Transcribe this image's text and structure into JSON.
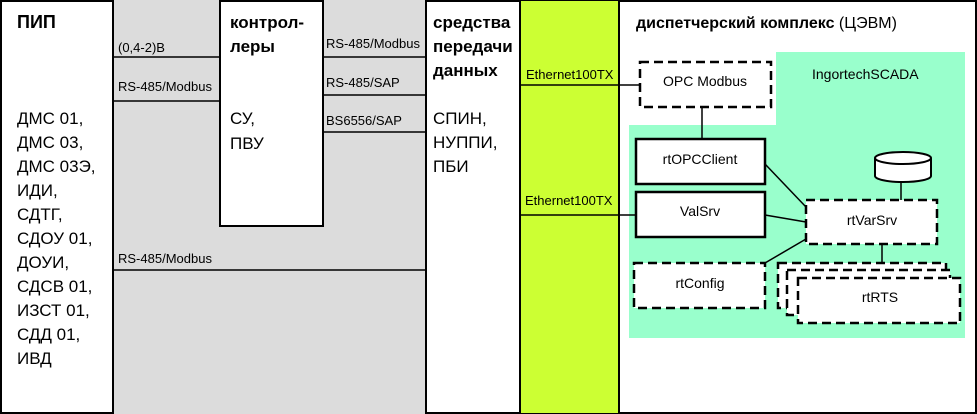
{
  "pip": {
    "title": "ПИП",
    "items": [
      "ДМС 01,",
      "ДМС 03,",
      "ДМС 03Э,",
      "ИДИ,",
      "СДТГ,",
      "СДОУ 01,",
      "ДОУИ,",
      "СДСВ 01,",
      "ИЗСТ 01,",
      "СДД 01,",
      "ИВД"
    ]
  },
  "links_left": {
    "analog": "(0,4-2)В",
    "rs485_modbus_top": "RS-485/Modbus",
    "rs485_modbus_bottom": "RS-485/Modbus"
  },
  "controllers": {
    "title_line1": "контрол-",
    "title_line2": "леры",
    "items": [
      "СУ,",
      "ПВУ"
    ]
  },
  "links_right": {
    "rs485_modbus": "RS-485/Modbus",
    "rs485_sap": "RS-485/SAP",
    "bs6556_sap": "BS6556/SAP"
  },
  "transfer": {
    "title_lines": [
      "средства",
      "передачи",
      "данных"
    ],
    "items": [
      "СПИН,",
      "НУППИ,",
      "ПБИ"
    ]
  },
  "ethernet": {
    "top": "Ethernet100TX",
    "bottom": "Ethernet100TX"
  },
  "dispatch": {
    "title_bold": "диспетчерский комплекс",
    "title_rest": " (ЦЭВМ)",
    "scada_label": "IngortechSCADA"
  },
  "modules": {
    "opc_modbus": "OPC Modbus",
    "rt_opc_client": "rtOPCClient",
    "val_srv": "ValSrv",
    "rt_var_srv": "rtVarSrv",
    "rt_config": "rtConfig",
    "rt_rts": "rtRTS"
  },
  "colors": {
    "gray": "#dcdcdc",
    "green": "#ccff33",
    "teal": "#99ffcc"
  }
}
